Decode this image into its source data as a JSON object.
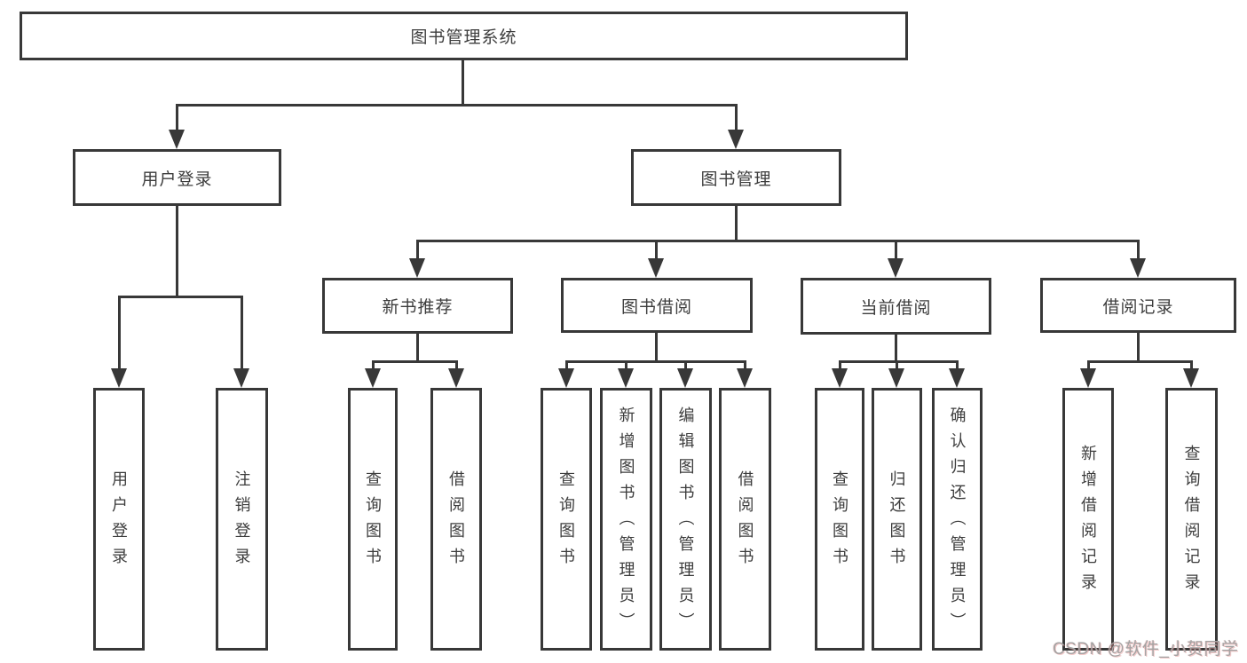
{
  "diagram": {
    "root": {
      "label": "图书管理系统"
    },
    "level2": [
      {
        "label": "用户登录",
        "parent": "图书管理系统"
      },
      {
        "label": "图书管理",
        "parent": "图书管理系统"
      }
    ],
    "level3": [
      {
        "label": "新书推荐",
        "parent": "图书管理"
      },
      {
        "label": "图书借阅",
        "parent": "图书管理"
      },
      {
        "label": "当前借阅",
        "parent": "图书管理"
      },
      {
        "label": "借阅记录",
        "parent": "图书管理"
      }
    ],
    "leaves": [
      {
        "label": "用户登录",
        "parent": "用户登录"
      },
      {
        "label": "注销登录",
        "parent": "用户登录"
      },
      {
        "label": "查询图书",
        "parent": "新书推荐"
      },
      {
        "label": "借阅图书",
        "parent": "新书推荐"
      },
      {
        "label": "查询图书",
        "parent": "图书借阅"
      },
      {
        "label": "新增图书（管理员）",
        "parent": "图书借阅"
      },
      {
        "label": "编辑图书（管理员）",
        "parent": "图书借阅"
      },
      {
        "label": "借阅图书",
        "parent": "图书借阅"
      },
      {
        "label": "查询图书",
        "parent": "当前借阅"
      },
      {
        "label": "归还图书",
        "parent": "当前借阅"
      },
      {
        "label": "确认归还（管理员）",
        "parent": "当前借阅"
      },
      {
        "label": "新增借阅记录",
        "parent": "借阅记录"
      },
      {
        "label": "查询借阅记录",
        "parent": "借阅记录"
      }
    ]
  },
  "watermark": {
    "text": "CSDN @软件_小贺同学"
  },
  "colors": {
    "line": "#383838",
    "text": "#3d3d3d",
    "background": "#ffffff",
    "watermark": "#a3a3a3"
  }
}
